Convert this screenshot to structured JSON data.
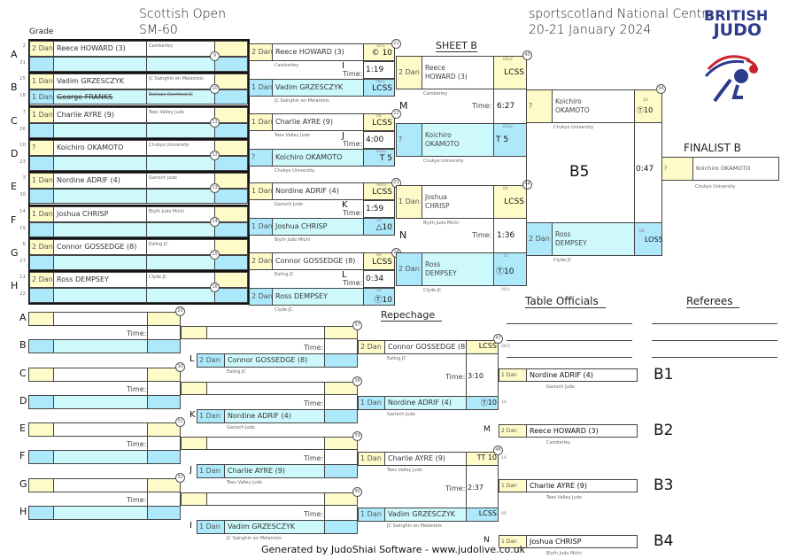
{
  "header": {
    "title_line1": "Scottish Open",
    "title_line2": "SM-60",
    "venue": "sportscotland National Centre",
    "dates": "20-21 January 2024",
    "logo_text1": "BRITISH",
    "logo_text2": "JUDO",
    "grade_header": "Grade",
    "sheet": "SHEET B",
    "finalist": "FINALIST B",
    "pool_label": "B5",
    "repechage": "Repechage",
    "table_officials": "Table Officials",
    "referees": "Referees",
    "footer": "Generated by JudoShiai Software - www.judolive.co.uk",
    "time_label": "Time:"
  },
  "colors": {
    "white_side": "#fffbc8",
    "blue_side": "#aee9fb",
    "blue_light": "#cdf9fd"
  },
  "first_round": [
    {
      "pool": "A",
      "seed_top": "2",
      "seed_bot": "31",
      "grade": "2 Dan",
      "name": "Reece HOWARD (3)",
      "club": "Camberley",
      "grade2": "",
      "name2": "",
      "club2": "",
      "match": "9",
      "withdrawn2": false
    },
    {
      "pool": "B",
      "seed_top": "15",
      "seed_bot": "18",
      "grade": "1 Dan",
      "name": "Vadim GRZESCZYK",
      "club": "JC Sainghin en Melantois",
      "grade2": "1 Dan",
      "name2": "George FRANKS",
      "club2": "Bishops Stortford JC",
      "match": "10",
      "withdrawn2": true
    },
    {
      "pool": "C",
      "seed_top": "7",
      "seed_bot": "26",
      "grade": "1 Dan",
      "name": "Charlie AYRE (9)",
      "club": "Tees Valley Judo",
      "grade2": "",
      "name2": "",
      "club2": "",
      "match": "11",
      "withdrawn2": false
    },
    {
      "pool": "D",
      "seed_top": "10",
      "seed_bot": "23",
      "grade": "?",
      "name": "Koichiro OKAMOTO",
      "club": "Chukyo University",
      "grade2": "",
      "name2": "",
      "club2": "",
      "match": "12",
      "withdrawn2": false
    },
    {
      "pool": "E",
      "seed_top": "3",
      "seed_bot": "30",
      "grade": "1 Dan",
      "name": "Nordine ADRIF (4)",
      "club": "Garioch Judo",
      "grade2": "",
      "name2": "",
      "club2": "",
      "match": "13",
      "withdrawn2": false
    },
    {
      "pool": "F",
      "seed_top": "14",
      "seed_bot": "19",
      "grade": "1 Dan",
      "name": "Joshua CHRISP",
      "club": "Blyth Judo Michi",
      "grade2": "",
      "name2": "",
      "club2": "",
      "match": "14",
      "withdrawn2": false
    },
    {
      "pool": "G",
      "seed_top": "6",
      "seed_bot": "27",
      "grade": "2 Dan",
      "name": "Connor GOSSEDGE (8)",
      "club": "Ealing JC",
      "grade2": "",
      "name2": "",
      "club2": "",
      "match": "15",
      "withdrawn2": false
    },
    {
      "pool": "H",
      "seed_top": "11",
      "seed_bot": "22",
      "grade": "2 Dan",
      "name": "Ross DEMPSEY",
      "club": "Clyde JC",
      "grade2": "",
      "name2": "",
      "club2": "",
      "match": "16",
      "withdrawn2": false
    }
  ],
  "second_round": [
    {
      "match": "21",
      "letter": "I",
      "time": "1:19",
      "w": {
        "grade": "2 Dan",
        "name": "Reece HOWARD (3)",
        "club": "Camberley",
        "score": "© 10",
        "small": "10:1"
      },
      "b": {
        "grade": "1 Dan",
        "name": "Vadim GRZESCZYK",
        "club": "JC Sainghin en Melantois",
        "score": "LCSS",
        "small": "00:1"
      }
    },
    {
      "match": "22",
      "letter": "J",
      "time": "4:00",
      "w": {
        "grade": "1 Dan",
        "name": "Charlie AYRE (9)",
        "club": "Tees Valley Judo",
        "score": "LCSS",
        "small": "00"
      },
      "b": {
        "grade": "?",
        "name": "Koichiro OKAMOTO",
        "club": "Chukyo University",
        "score": "T 5",
        "small": "01s2"
      }
    },
    {
      "match": "23",
      "letter": "K",
      "time": "1:59",
      "w": {
        "grade": "1 Dan",
        "name": "Nordine ADRIF (4)",
        "club": "Garioch Judo",
        "score": "LCSS",
        "small": "00s3"
      },
      "b": {
        "grade": "1 Dan",
        "name": "Joshua CHRISP",
        "club": "Blyth Judo Michi",
        "score": "△10",
        "small": "10"
      }
    },
    {
      "match": "24",
      "letter": "L",
      "time": "0:34",
      "w": {
        "grade": "2 Dan",
        "name": "Connor GOSSEDGE (8)",
        "club": "Ealing JC",
        "score": "LCSS",
        "small": "00"
      },
      "b": {
        "grade": "2 Dan",
        "name": "Ross DEMPSEY",
        "club": "Clyde JC",
        "score": "Ⓣ10",
        "small": "10"
      }
    }
  ],
  "semis": [
    {
      "match": "43",
      "letter": "M",
      "time": "6:27",
      "w": {
        "grade": "2 Dan",
        "name1": "Reece",
        "name2": "HOWARD (3)",
        "club": "Camberley",
        "score": "LCSS",
        "small": "00s2"
      },
      "b": {
        "grade": "?",
        "name1": "Koichiro",
        "name2": "OKAMOTO",
        "club": "Chukyo University",
        "score": "T 5",
        "small": "01s2"
      }
    },
    {
      "match": "44",
      "letter": "N",
      "time": "1:36",
      "w": {
        "grade": "1 Dan",
        "name1": "Joshua",
        "name2": "CHRISP",
        "club": "Blyth Judo Michi",
        "score": "LCSS",
        "small": "00"
      },
      "b": {
        "grade": "2 Dan",
        "name1": "Ross",
        "name2": "DEMPSEY",
        "club": "Clyde JC",
        "score": "Ⓣ10",
        "small": "11",
        "small2": "00:1"
      }
    }
  ],
  "final": {
    "match": "94",
    "time": "0:47",
    "w": {
      "grade": "?",
      "name1": "Koichiro",
      "name2": "OKAMOTO",
      "club": "Chukyo University",
      "score": "Ⓣ10",
      "small": "10"
    },
    "b": {
      "grade": "2 Dan",
      "name1": "Ross",
      "name2": "DEMPSEY",
      "club": "Clyde JC",
      "score": "LOSS",
      "small": "00"
    },
    "winner": {
      "grade": "?",
      "name": "Koichiro OKAMOTO",
      "club": "Chukyo University"
    }
  },
  "repechage_r1": [
    {
      "top": "A",
      "bot": "B",
      "match": "29"
    },
    {
      "top": "C",
      "bot": "D",
      "match": "30"
    },
    {
      "top": "E",
      "bot": "F",
      "match": "31"
    },
    {
      "top": "G",
      "bot": "H",
      "match": "32"
    }
  ],
  "repechage_r2": [
    {
      "match": "37",
      "letter": "L",
      "grade": "2 Dan",
      "name": "Connor GOSSEDGE (8)",
      "club": "Ealing JC"
    },
    {
      "match": "38",
      "letter": "K",
      "grade": "1 Dan",
      "name": "Nordine ADRIF (4)",
      "club": "Garioch Judo"
    },
    {
      "match": "39",
      "letter": "J",
      "grade": "1 Dan",
      "name": "Charlie AYRE (9)",
      "club": "Tees Valley Judo"
    },
    {
      "match": "40",
      "letter": "I",
      "grade": "1 Dan",
      "name": "Vadim GRZESCZYK",
      "club": "JC Sainghin en Melantois"
    }
  ],
  "repechage_r3": [
    {
      "match": "47",
      "time": "3:10",
      "w": {
        "grade": "2 Dan",
        "name": "Connor GOSSEDGE (8)",
        "club": "Ealing JC",
        "score": "LCSS",
        "small": "00:2"
      },
      "b": {
        "grade": "1 Dan",
        "name": "Nordine ADRIF (4)",
        "club": "Garioch Judo",
        "score": "Ⓣ10",
        "small": "10"
      }
    },
    {
      "match": "48",
      "time": "2:37",
      "w": {
        "grade": "1 Dan",
        "name": "Charlie AYRE (9)",
        "club": "Tees Valley Judo",
        "score": "TT 10",
        "small": "10"
      },
      "b": {
        "grade": "1 Dan",
        "name": "Vadim GRZESCZYK",
        "club": "JC Sainghin en Melantois",
        "score": "LCSS",
        "small": "00"
      }
    }
  ],
  "results": [
    {
      "label": "B1",
      "letter": "",
      "grade": "1 Dan",
      "name": "Nordine ADRIF (4)",
      "club": "Garioch Judo"
    },
    {
      "label": "B2",
      "letter": "M",
      "grade": "2 Dan",
      "name": "Reece HOWARD (3)",
      "club": "Camberley"
    },
    {
      "label": "B3",
      "letter": "",
      "grade": "1 Dan",
      "name": "Charlie AYRE (9)",
      "club": "Tees Valley Judo"
    },
    {
      "label": "B4",
      "letter": "N",
      "grade": "1 Dan",
      "name": "Joshua CHRISP",
      "club": "Blyth Judo Michi"
    }
  ]
}
